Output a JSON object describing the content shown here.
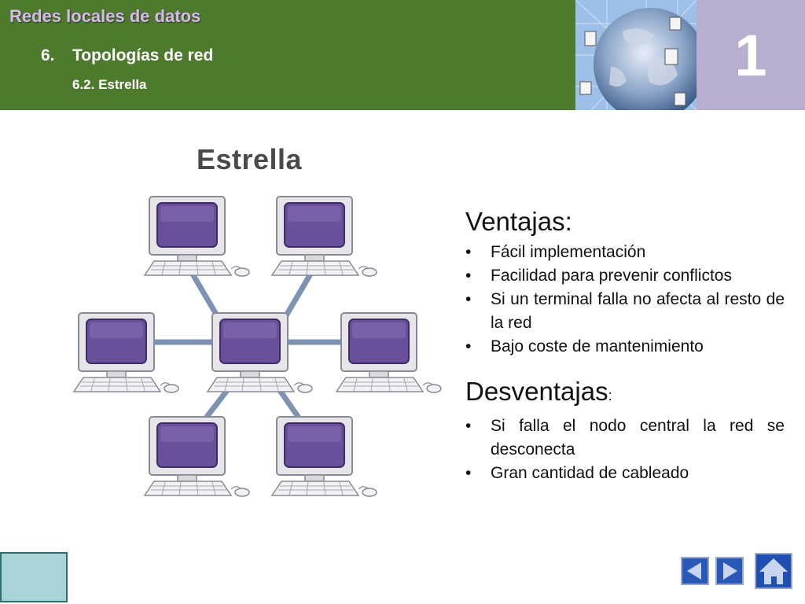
{
  "header": {
    "title": "Redes locales de datos",
    "section_number": "6.",
    "section_title": "Topologías de red",
    "subsection": "6.2. Estrella",
    "chapter_number": "1"
  },
  "diagram": {
    "title": "Estrella"
  },
  "advantages": {
    "heading": "Ventajas:",
    "items": [
      "Fácil implementación",
      "Facilidad para prevenir conflictos",
      "Si un terminal falla no afecta al resto de la red",
      "Bajo coste de mantenimiento"
    ]
  },
  "disadvantages": {
    "heading": "Desventajas",
    "colon": ":",
    "items": [
      "Si falla el nodo central la red se desconecta",
      "Gran cantidad de cableado"
    ]
  },
  "icons": {
    "prev": "triangle-left-icon",
    "next": "triangle-right-icon",
    "home": "house-icon"
  },
  "colors": {
    "header_green": "#4e7a2e",
    "title_lavender": "#d7b8f0",
    "number_panel": "#b8aed0",
    "monitor_screen": "#6a4f9a",
    "cable": "#7d93b3",
    "nav_blue": "#2a58b8"
  }
}
